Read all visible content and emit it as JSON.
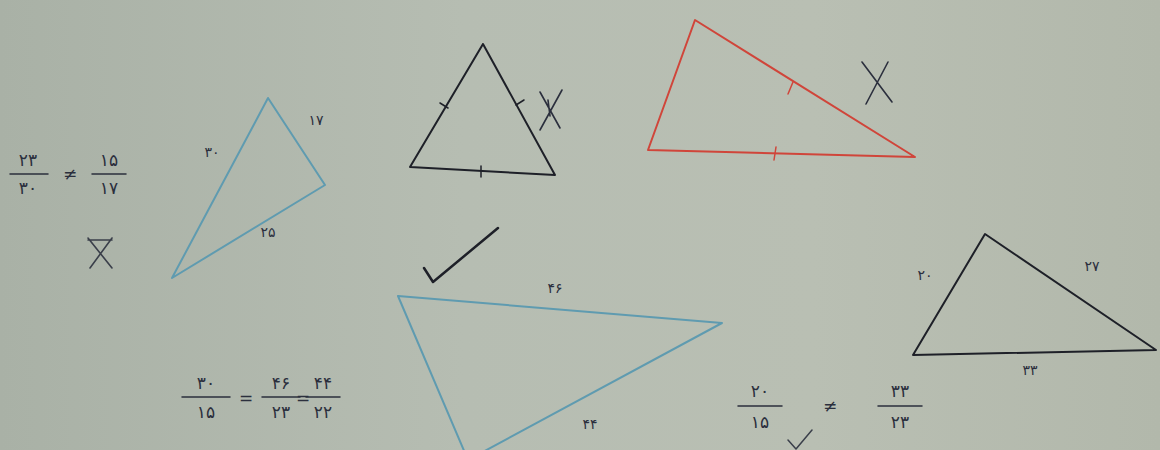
{
  "diagram": {
    "labels": [
      "۲۳",
      "۳۰",
      "≠",
      "۱۵",
      "۱۷",
      "۳۰",
      "۱۷",
      "۲۵",
      "۳۰",
      "۱۵",
      "=",
      "۴۶",
      "۲۳",
      "=",
      "۴۴",
      "۲۲",
      "۴۶",
      "۴۴",
      "۲۰",
      "۱۵",
      "≠",
      "۳۳",
      "۲۳",
      "۲۰",
      "۲۷",
      "۳۳"
    ]
  }
}
